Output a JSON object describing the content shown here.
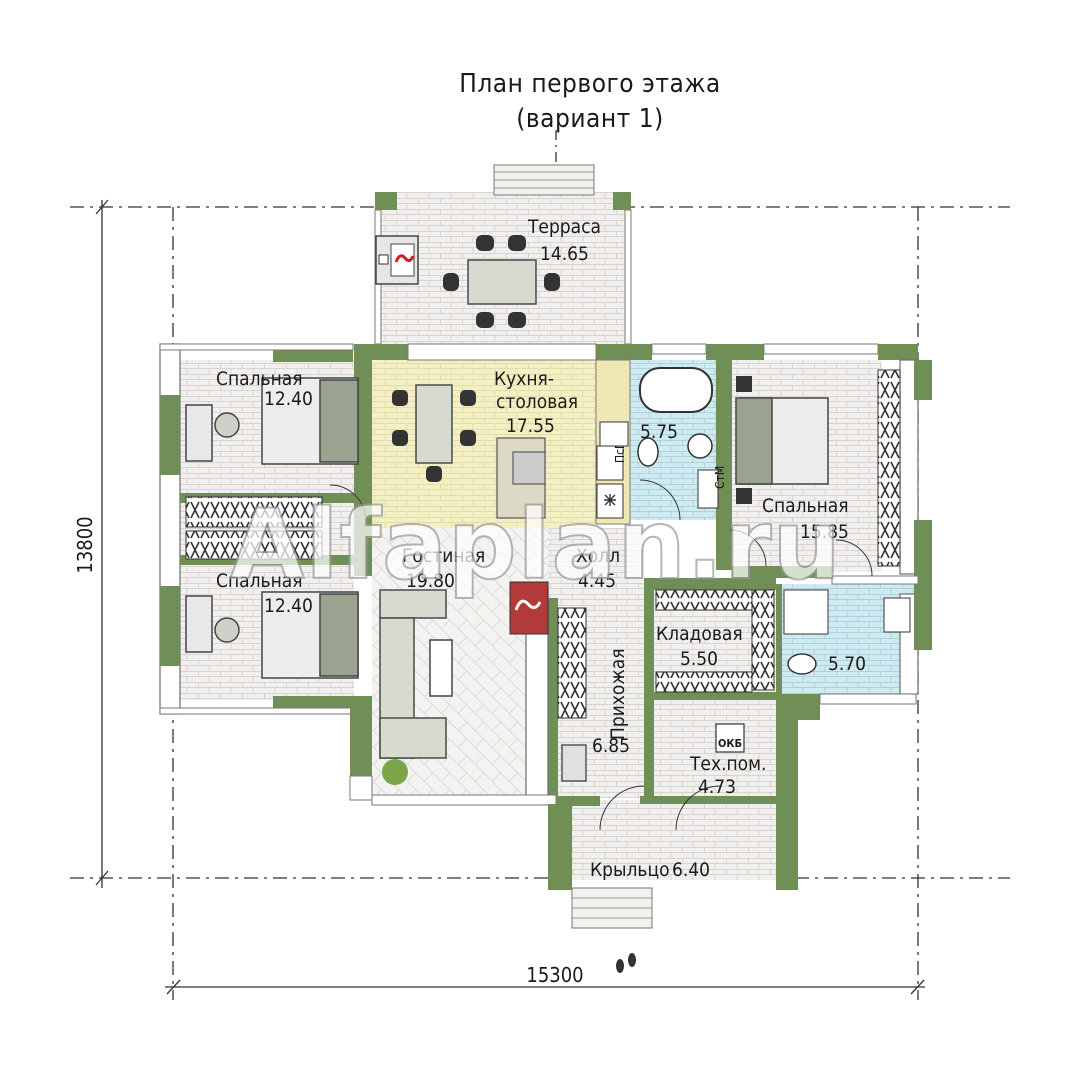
{
  "plan": {
    "title_line1": "План первого этажа",
    "title_line2": "(вариант 1)",
    "dimension_width": "15300",
    "dimension_height": "13800",
    "watermark": "Alfaplan.ru"
  },
  "rooms": {
    "terrace": {
      "name": "Терраса",
      "area": "14.65"
    },
    "bedroom_top": {
      "name": "Спальная",
      "area": "12.40"
    },
    "bedroom_bottom": {
      "name": "Спальная",
      "area": "12.40"
    },
    "kitchen": {
      "name_line1": "Кухня-",
      "name_line2": "столовая",
      "area": "17.55"
    },
    "bath_top": {
      "area": "5.75"
    },
    "bedroom_right": {
      "name": "Спальная",
      "area": "15.85"
    },
    "living": {
      "name": "Гостиная",
      "area": "19.80"
    },
    "hall": {
      "name": "Холл",
      "area": "4.45"
    },
    "entry": {
      "name": "Прихожая",
      "area": "6.85"
    },
    "storage": {
      "name": "Кладовая",
      "area": "5.50"
    },
    "bath_right": {
      "area": "5.70"
    },
    "tech": {
      "name": "Тех.пом.",
      "area": "4.73"
    },
    "porch": {
      "name": "Крыльцо",
      "area": "6.40"
    }
  },
  "appliances": {
    "dishwasher": "ПсМ",
    "washer": "СтМ",
    "boiler": "ОКБ"
  },
  "colors": {
    "wall": "#6f8f57",
    "kitchen_floor": "#f5f0c3",
    "bath_floor": "#cfeaf0",
    "tile_floor": "#f2f0ee",
    "furniture": "#d6dacf"
  }
}
